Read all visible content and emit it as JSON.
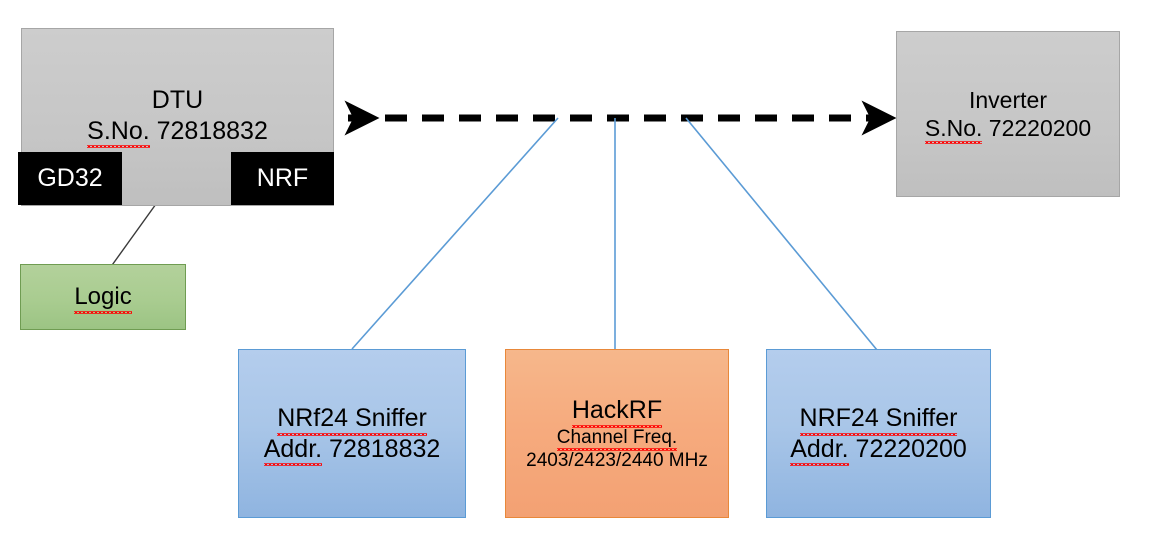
{
  "diagram": {
    "title": "DTU / Inverter RF sniffing setup block diagram",
    "colors": {
      "gray_fill": "#c6c6c6",
      "gray_border": "#a6a6a6",
      "green_fill": "#a9cc90",
      "green_border": "#6f9c52",
      "blue_fill": "#a9c6e8",
      "blue_border": "#5b9bd5",
      "orange_fill": "#f6ab7e",
      "orange_border": "#e8883a",
      "black_chip": "#000000",
      "connector_blue": "#5b9bd5",
      "arrow_black": "#000000",
      "spellcheck_red": "#ff0000"
    }
  },
  "nodes": {
    "dtu": {
      "line1": "DTU",
      "line2_prefix": "S.No.",
      "line2_value": "72818832"
    },
    "inverter": {
      "line1": "Inverter",
      "line2_prefix": "S.No.",
      "line2_value": "72220200"
    },
    "gd32_chip": {
      "label": "GD32"
    },
    "nrf_chip": {
      "label": "NRF"
    },
    "logic": {
      "label": "Logic"
    },
    "nrf24_sniffer_left": {
      "line1": "NRf24 Sniffer",
      "line2_prefix": "Addr.",
      "line2_value": "72818832"
    },
    "hackrf": {
      "line1": "HackRF",
      "line2": "Channel Freq.",
      "line3": "2403/2423/2440 MHz"
    },
    "nrf24_sniffer_right": {
      "line1": "NRF24 Sniffer",
      "line2_prefix": "Addr.",
      "line2_value": "72220200"
    }
  },
  "connectors": {
    "dtu_inverter_link": {
      "style": "dashed-double-arrow",
      "from": "dtu",
      "to": "inverter"
    },
    "gd32_nrf_link": {
      "style": "solid-double-arrow",
      "from": "gd32_chip",
      "to": "nrf_chip"
    },
    "logic_probe_link": {
      "style": "thin-solid-line",
      "from": "logic",
      "to": "gd32_nrf_link"
    },
    "sniffer_taps": [
      {
        "style": "thin-blue-line",
        "from": "dtu_inverter_link",
        "to": "nrf24_sniffer_left"
      },
      {
        "style": "thin-blue-line",
        "from": "dtu_inverter_link",
        "to": "hackrf"
      },
      {
        "style": "thin-blue-line",
        "from": "dtu_inverter_link",
        "to": "nrf24_sniffer_right"
      }
    ]
  }
}
